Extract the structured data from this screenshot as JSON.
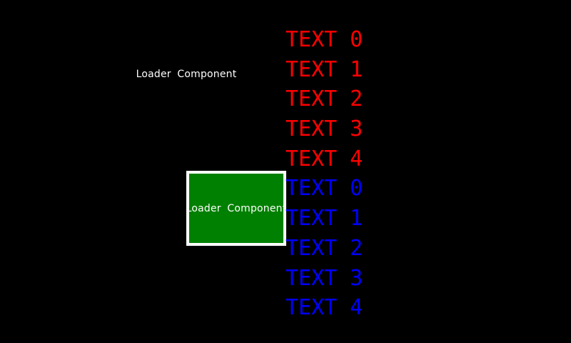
{
  "screen": {
    "background": "#000000"
  },
  "loader_plain": {
    "label": "Loader Component",
    "text_color": "#ffffff"
  },
  "loader_box": {
    "label": "Loader Component",
    "text_color": "#ffffff",
    "fill": "#008000",
    "border_color": "#ffffff"
  },
  "text_list": {
    "items": [
      {
        "label": "TEXT 0",
        "color": "#ff0000"
      },
      {
        "label": "TEXT 1",
        "color": "#ff0000"
      },
      {
        "label": "TEXT 2",
        "color": "#ff0000"
      },
      {
        "label": "TEXT 3",
        "color": "#ff0000"
      },
      {
        "label": "TEXT 4",
        "color": "#ff0000"
      },
      {
        "label": "TEXT 0",
        "color": "#0000ff"
      },
      {
        "label": "TEXT 1",
        "color": "#0000ff"
      },
      {
        "label": "TEXT 2",
        "color": "#0000ff"
      },
      {
        "label": "TEXT 3",
        "color": "#0000ff"
      },
      {
        "label": "TEXT 4",
        "color": "#0000ff"
      }
    ]
  }
}
